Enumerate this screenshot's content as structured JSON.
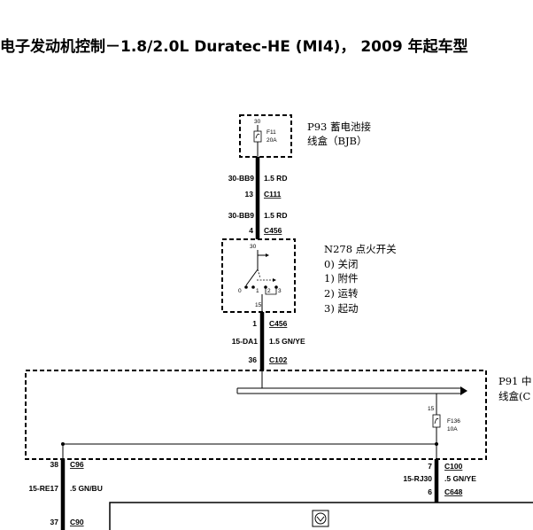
{
  "title": "电子发动机控制－1.8/2.0L Duratec-HE (MI4)， 2009 年起车型",
  "bjb": {
    "name_line1": "P93  蓄电池接",
    "name_line2": "线盒（BJB）",
    "pin": "30",
    "fuse_name": "F11",
    "fuse_rating": "20A"
  },
  "wire1": {
    "circuit": "30-BB9",
    "gauge_color": "1.5 RD",
    "pin": "13",
    "connector": "C111"
  },
  "wire2": {
    "circuit": "30-BB9",
    "gauge_color": "1.5 RD",
    "pin": "4",
    "connector": "C456"
  },
  "ignition": {
    "name": "N278  点火开关",
    "positions": [
      "0)  关闭",
      "1)  附件",
      "2)  运转",
      "3)  起动"
    ],
    "pin_in": "30",
    "pin_out": "15",
    "switch_marks": [
      "0",
      "1",
      "2",
      "3"
    ]
  },
  "wire3": {
    "pin_top": "1",
    "connector_top": "C456",
    "circuit": "15-DA1",
    "gauge_color": "1.5 GN/YE",
    "pin_bottom": "36",
    "connector_bottom": "C102"
  },
  "cjb": {
    "name_line1": "P91  中",
    "name_line2": "线盒(C",
    "pin": "15",
    "fuse_name": "F136",
    "fuse_rating": "10A"
  },
  "left_wire": {
    "pin_top": "38",
    "connector_top": "C96",
    "circuit": "15-RE17",
    "gauge_color": ".5 GN/BU",
    "pin_bottom": "37",
    "connector_bottom": "C90"
  },
  "right_wire": {
    "pin_top": "7",
    "connector_top": "C100",
    "circuit": "15-RJ30",
    "gauge_color": ".5 GN/YE",
    "pin_bottom": "6",
    "connector_bottom": "C648"
  }
}
